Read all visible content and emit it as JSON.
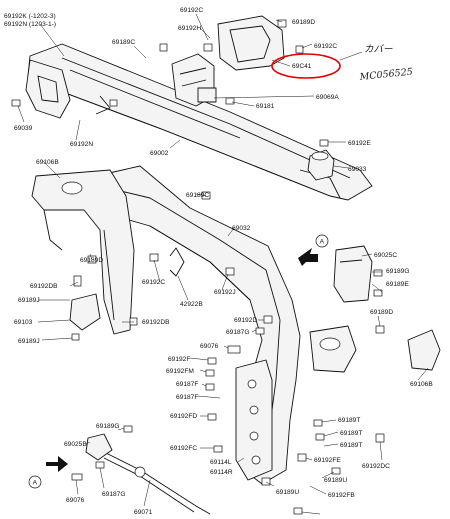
{
  "labels": {
    "p69192k": "69192K (-1202-3)",
    "p69192n_top": "69192N (1203-1-)",
    "p69189c_a": "69189C",
    "p69192c_top": "69192C",
    "p69189d_top": "69189D",
    "p69192h": "69192H",
    "p69192c_r": "69192C",
    "p69c41": "69C41",
    "p69069a": "69069A",
    "p69181": "69181",
    "p69039": "69039",
    "p69192n": "69192N",
    "p69002": "69002",
    "p69106b": "69106B",
    "p69192e_r": "69192E",
    "p69033": "69033",
    "p69189c_m": "69189C",
    "p69032": "69032",
    "p69025c_r": "69025C",
    "p69189g": "69189G",
    "p69189e": "69189E",
    "p69189d_l": "69189D",
    "p69192c_m": "69192C",
    "p69192db": "69192DB",
    "p69189j_1": "69189J",
    "p69103": "69103",
    "p69192db_b": "69192DB",
    "p69189j_2": "69189J",
    "p42922b": "42922B",
    "p69192j": "69192J",
    "p69192d": "69192D",
    "p69187g": "69187G",
    "p69076_m": "69076",
    "p69189d_r": "69189D",
    "p69106b_r": "69106B",
    "p69192f": "69192F",
    "p69192fm": "69192FM",
    "p69187f_1": "69187F",
    "p69187f_2": "69187F",
    "p69192fd": "69192FD",
    "p69189t_1": "69189T",
    "p69189t_2": "69189T",
    "p69189t_3": "69189T",
    "p69192fc": "69192FC",
    "p69192fe": "69192FE",
    "p69192dc": "69192DC",
    "p69189g_l": "69189G",
    "p69025b": "69025B",
    "p69114l": "69114L",
    "p69114r": "69114R",
    "p69189u": "69189U",
    "p69192fb": "69192FB",
    "p69189u_b": "69189U",
    "p69076_b": "69076",
    "p69187g_b": "69187G",
    "p69071": "69071",
    "callout_a": "A",
    "hand_line1": "カバー",
    "hand_line2": "MC056525"
  },
  "colors": {
    "ink": "#111111",
    "highlight": "#e00000",
    "paper": "#ffffff"
  }
}
